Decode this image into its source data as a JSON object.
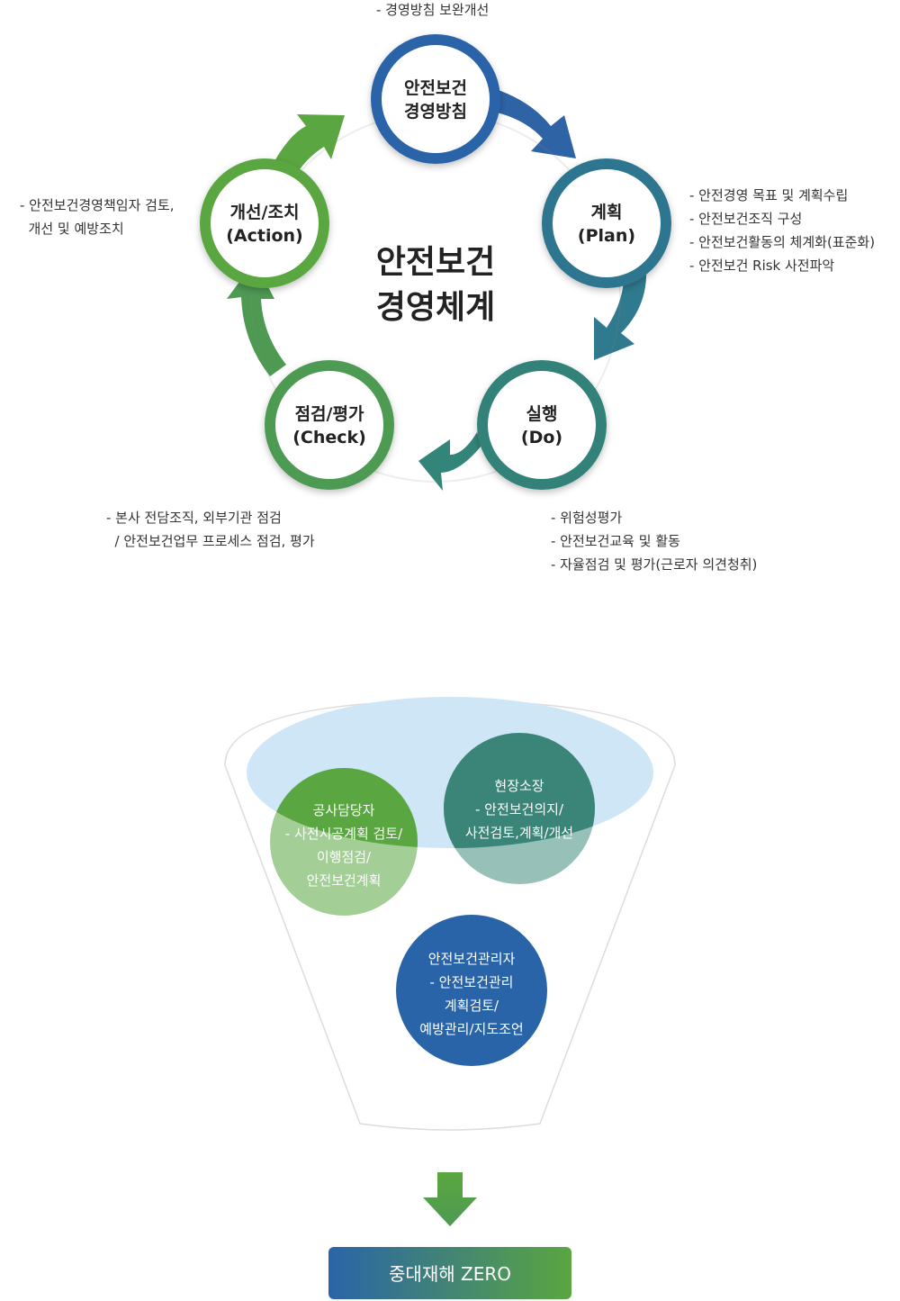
{
  "cycle": {
    "center": {
      "line1": "안전보건",
      "line2": "경영체계"
    },
    "nodes": {
      "policy": {
        "line1": "안전보건",
        "line2": "경영방침"
      },
      "plan": {
        "line1": "계획",
        "line2": "(Plan)"
      },
      "do": {
        "line1": "실행",
        "line2": "(Do)"
      },
      "check": {
        "line1": "점검/평가",
        "line2": "(Check)"
      },
      "action": {
        "line1": "개선/조치",
        "line2": "(Action)"
      }
    },
    "notes": {
      "policy": [
        "- 경영방침 보완개선"
      ],
      "plan": [
        "- 안전경영 목표 및 계획수립",
        "- 안전보건조직 구성",
        "- 안전보건활동의 체계화(표준화)",
        "- 안전보건 Risk 사전파악"
      ],
      "do": [
        "- 위험성평가",
        "- 안전보건교육 및 활동",
        "- 자율점검 및 평가(근로자 의견청취)"
      ],
      "check": [
        "- 본사 전담조직, 외부기관 점검",
        "  / 안전보건업무 프로세스 점검, 평가"
      ],
      "action": [
        "- 안전보건경영책임자 검토,",
        "  개선 및 예방조치"
      ]
    }
  },
  "funnel": {
    "site_manager": [
      "현장소장",
      "- 안전보건의지/",
      "사전검토,계획/개선"
    ],
    "worker": [
      "공사담당자",
      "- 사전시공계획 검토/",
      "이행점검/",
      "안전보건계획"
    ],
    "safety_manager": [
      "안전보건관리자",
      "- 안전보건관리",
      "계획검토/",
      "예방관리/지도조언"
    ]
  },
  "result": {
    "label": "중대재해 ZERO"
  },
  "colors": {
    "blue": "#2a64a8",
    "teal": "#2f7690",
    "teal_green": "#33827a",
    "green": "#4e9a53",
    "bright_green": "#5aa640",
    "light_green": "#a3cf97",
    "light_blue": "#cfe6f7"
  }
}
